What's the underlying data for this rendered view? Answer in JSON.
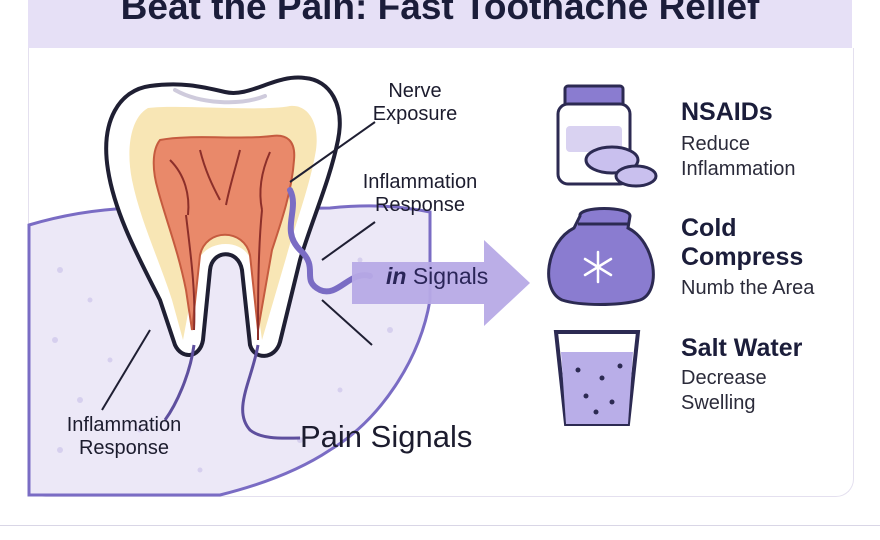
{
  "title": "Beat the Pain: Fast Toothache Relief",
  "labels": {
    "nerve_exposure": [
      "Nerve",
      "Exposure"
    ],
    "inflammation_top": [
      "Inflammation",
      "Response"
    ],
    "inflammation_left": [
      "Inflammation",
      "Response"
    ],
    "pain_signals": "Pain Signals",
    "arrow_prefix": "in",
    "arrow_suffix": "Signals"
  },
  "remedies": [
    {
      "title": "NSAIDs",
      "desc": [
        "Reduce",
        "Inflammation"
      ],
      "icon": "pill-bottle-icon"
    },
    {
      "title": [
        "Cold",
        "Compress"
      ],
      "desc": [
        "Numb the Area"
      ],
      "icon": "ice-pack-icon"
    },
    {
      "title": "Salt Water",
      "desc": [
        "Decrease",
        "Swelling"
      ],
      "icon": "salt-water-glass-icon"
    }
  ],
  "colors": {
    "accent": "#7a6cc4",
    "accent_light": "#d9d2f1",
    "gum": "#ece8f7",
    "pulp": "#e9896a",
    "dentin": "#f8e6b5",
    "title_band": "#e6e0f6"
  }
}
